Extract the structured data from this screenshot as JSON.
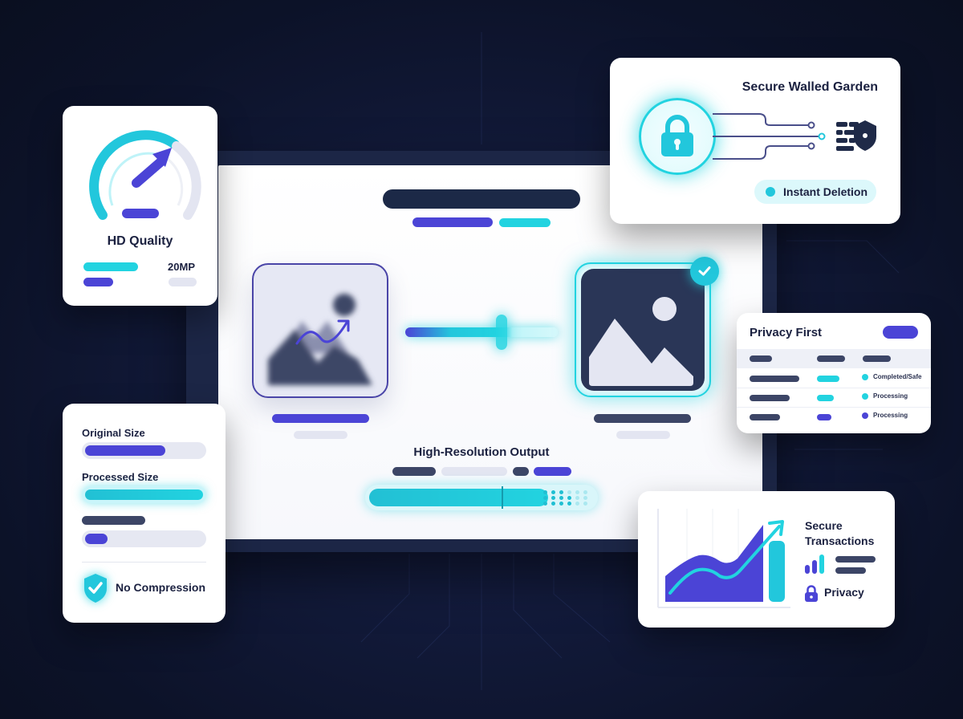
{
  "colors": {
    "navy": "#1c2947",
    "slate": "#3c4566",
    "indigo": "#4b44d6",
    "cyan": "#22d3e0",
    "light": "#e3e5f1",
    "background": "#0c1228"
  },
  "main_screen": {
    "before_image_icon": "blurred-image-icon",
    "after_image_icon": "sharp-image-icon",
    "checkmark_icon": "check-icon",
    "section_title": "High-Resolution Output"
  },
  "hd_quality_card": {
    "title": "HD Quality",
    "resolution": "20MP",
    "gauge_icon": "speedometer-icon"
  },
  "walled_garden_card": {
    "title": "Secure Walled Garden",
    "lock_icon": "lock-icon",
    "firewall_icon": "firewall-shield-icon",
    "badge_label": "Instant Deletion"
  },
  "privacy_first_card": {
    "title": "Privacy First",
    "rows": [
      {
        "status": "Completed/Safe",
        "dot_color": "#22d3e0",
        "bar_color": "#22d3e0"
      },
      {
        "status": "Processing",
        "dot_color": "#22d3e0",
        "bar_color": "#22d3e0"
      },
      {
        "status": "Processing",
        "dot_color": "#4b44d6",
        "bar_color": "#4b44d6"
      }
    ]
  },
  "size_card": {
    "original_label": "Original Size",
    "processed_label": "Processed Size",
    "footer_label": "No Compression",
    "shield_icon": "shield-check-icon"
  },
  "transactions_card": {
    "title_line1": "Secure",
    "title_line2": "Transactions",
    "privacy_label": "Privacy",
    "chart_icon": "growth-chart-icon",
    "signal_icon": "signal-bars-icon",
    "lock_icon": "lock-icon"
  }
}
